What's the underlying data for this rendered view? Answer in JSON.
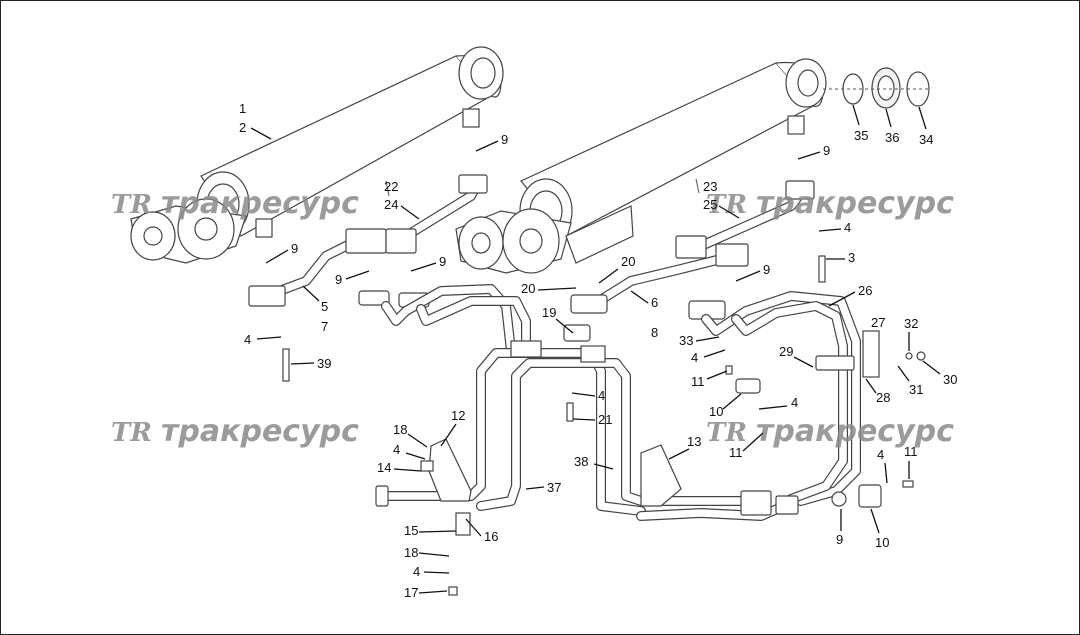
{
  "watermark": {
    "brand": "тракресурс",
    "logo_mark": "TR",
    "color": "#8a8a8a"
  },
  "callouts": [
    "1",
    "2",
    "22",
    "24",
    "9",
    "9",
    "9",
    "9",
    "5",
    "7",
    "4",
    "39",
    "35",
    "36",
    "34",
    "9",
    "23",
    "25",
    "4",
    "3",
    "20",
    "20",
    "9",
    "19",
    "6",
    "8",
    "26",
    "27",
    "32",
    "33",
    "29",
    "4",
    "11",
    "31",
    "30",
    "28",
    "4",
    "21",
    "10",
    "4",
    "18",
    "12",
    "4",
    "14",
    "13",
    "11",
    "38",
    "37",
    "4",
    "11",
    "15",
    "16",
    "18",
    "4",
    "17",
    "9",
    "10"
  ]
}
